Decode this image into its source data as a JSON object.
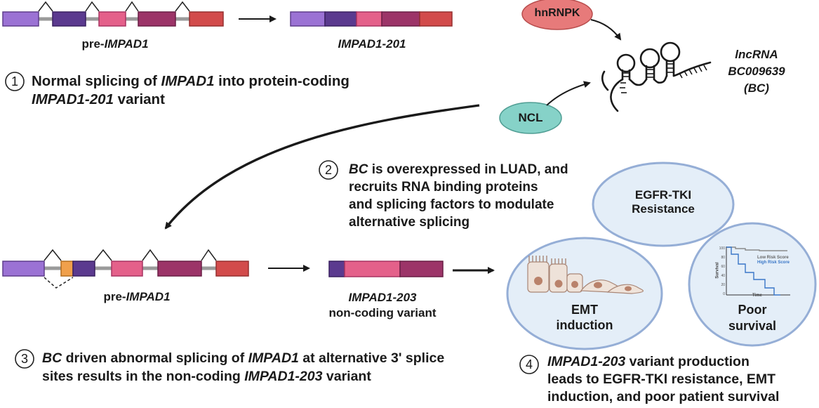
{
  "colors": {
    "exon1": "#9b72d4",
    "exon2": "#5b3a8f",
    "exon3": "#e4608a",
    "exon4": "#9c3468",
    "exon5": "#d24b4b",
    "alt_exon": "#f0a04b",
    "intron": "#9a9a9a",
    "hnrnpk": "#e77a7a",
    "ncl": "#86d2c8",
    "outcome_fill": "#e4eef8",
    "outcome_stroke": "#95aed6"
  },
  "top": {
    "pre_label_prefix": "pre-",
    "pre_label_gene": "IMPAD1",
    "mature_label": "IMPAD1-201"
  },
  "step1": {
    "number": "1",
    "text_a": "Normal splicing of ",
    "gene": "IMPAD1",
    "text_b": " into protein-coding",
    "variant": "IMPAD1-201",
    "text_c": " variant"
  },
  "lncrna": {
    "protein1": "hnRNPK",
    "protein2": "NCL",
    "label_line1": "lncRNA",
    "label_line2": "BC009639",
    "label_line3": "(BC)"
  },
  "step2": {
    "number": "2",
    "abbr": "BC",
    "line1": " is overexpressed in LUAD, and",
    "line2": "recruits RNA binding proteins",
    "line3": "and splicing factors to modulate",
    "line4": "alternative splicing"
  },
  "bottom": {
    "pre_label_prefix": "pre-",
    "pre_label_gene": "IMPAD1",
    "mature_label": "IMPAD1-203",
    "mature_sub": "non-coding variant"
  },
  "step3": {
    "number": "3",
    "abbr": "BC",
    "text_a": " driven abnormal splicing of ",
    "gene": "IMPAD1",
    "text_b": " at alternative 3' splice",
    "text_c": "sites results in the non-coding ",
    "variant": "IMPAD1-203",
    "text_d": " variant"
  },
  "outcomes": {
    "resistance_line1": "EGFR-TKI",
    "resistance_line2": "Resistance",
    "emt_line1": "EMT",
    "emt_line2": "induction",
    "survival_line1": "Poor",
    "survival_line2": "survival",
    "km_legend_low": "Low Risk Score",
    "km_legend_high": "High Risk Score",
    "km_xlabel": "Time",
    "km_ylabel": "Survival",
    "km_ticks": [
      "100",
      "80",
      "60",
      "40",
      "20",
      "0"
    ]
  },
  "step4": {
    "number": "4",
    "variant": "IMPAD1-203",
    "line1": " variant production",
    "line2": "leads to EGFR-TKI resistance, EMT",
    "line3": "induction, and poor patient survival"
  }
}
